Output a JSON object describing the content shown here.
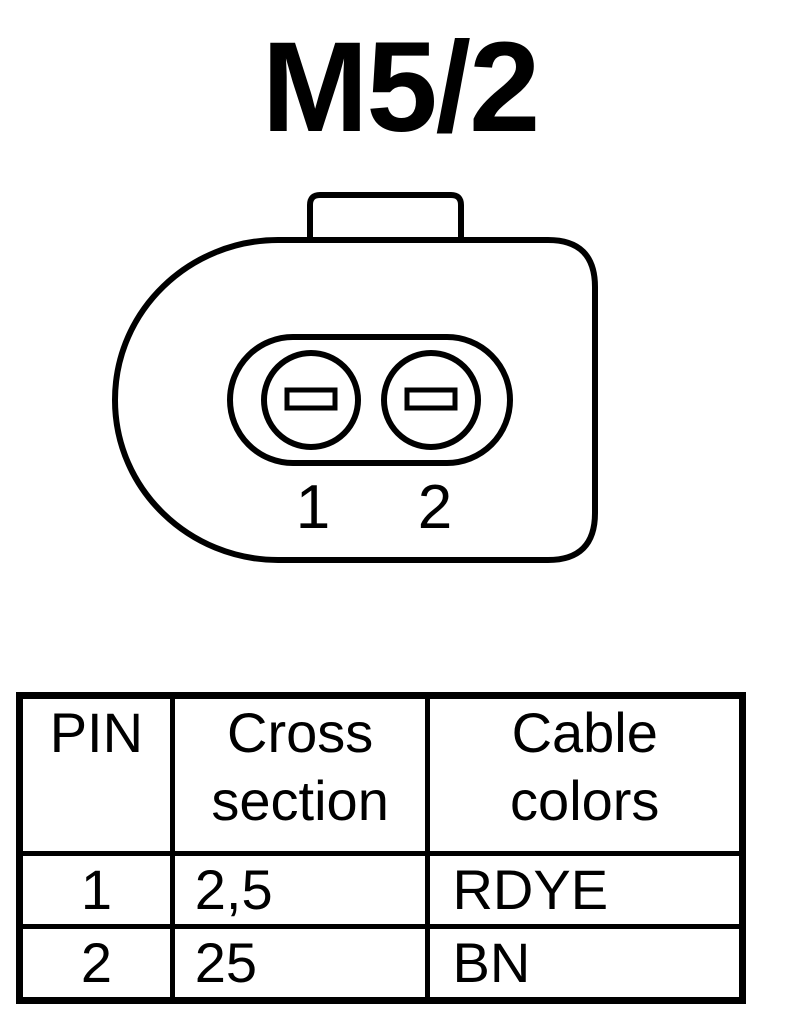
{
  "title": "M5/2",
  "connector": {
    "pins": [
      {
        "label": "1"
      },
      {
        "label": "2"
      }
    ]
  },
  "table": {
    "headers": {
      "pin": "PIN",
      "cross_section": [
        "Cross",
        "section"
      ],
      "cable_colors": [
        "Cable",
        "colors"
      ]
    },
    "rows": [
      {
        "pin": "1",
        "cross_section": "2,5",
        "cable_color": "RDYE"
      },
      {
        "pin": "2",
        "cross_section": "25",
        "cable_color": "BN"
      }
    ]
  },
  "colors": {
    "stroke": "#000000",
    "background": "#ffffff"
  }
}
